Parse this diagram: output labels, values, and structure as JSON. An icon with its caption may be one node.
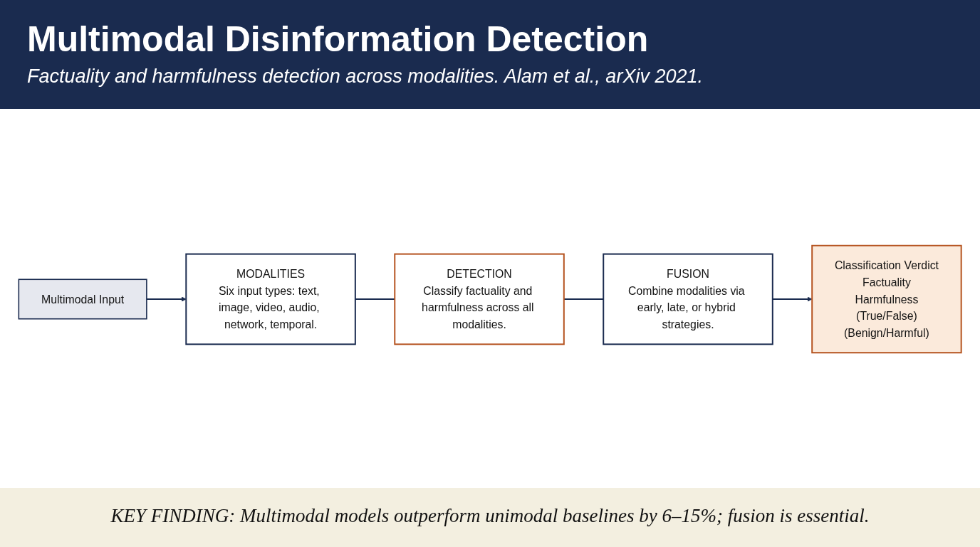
{
  "diagram": {
    "title": "Multimodal Disinformation Detection",
    "nodes": [
      {
        "text": [
          "Multimodal Input"
        ]
      },
      {
        "text": [
          "MODALITIES",
          "Six input types: text, image, video, audio, network, temporal."
        ]
      },
      {
        "text": [
          "DETECTION",
          "Classify factuality and harmfulness across all modalities."
        ]
      },
      {
        "text": [
          "FUSION",
          "Combine modalities via early, late, or hybrid strategies."
        ]
      },
      {
        "text": [
          "Classification Verdict",
          "Factuality",
          "Harmfulness",
          "(True/False)",
          "(Benign/Harmful)"
        ]
      }
    ],
    "edges": [
      {
        "from": 0,
        "to": 1,
        "arrow": "to"
      },
      {
        "from": 1,
        "to": 2,
        "arrow": "none"
      },
      {
        "from": 2,
        "to": 3,
        "arrow": "none"
      },
      {
        "from": 3,
        "to": 4,
        "arrow": "to"
      }
    ],
    "labels": [
      "Factuality and harmfulness detection across modalities. Alam et al., arXiv 2021."
    ],
    "caption": "KEY FINDING: Multimodal models outperform unimodal baselines by 6–15%; fusion is essential."
  }
}
